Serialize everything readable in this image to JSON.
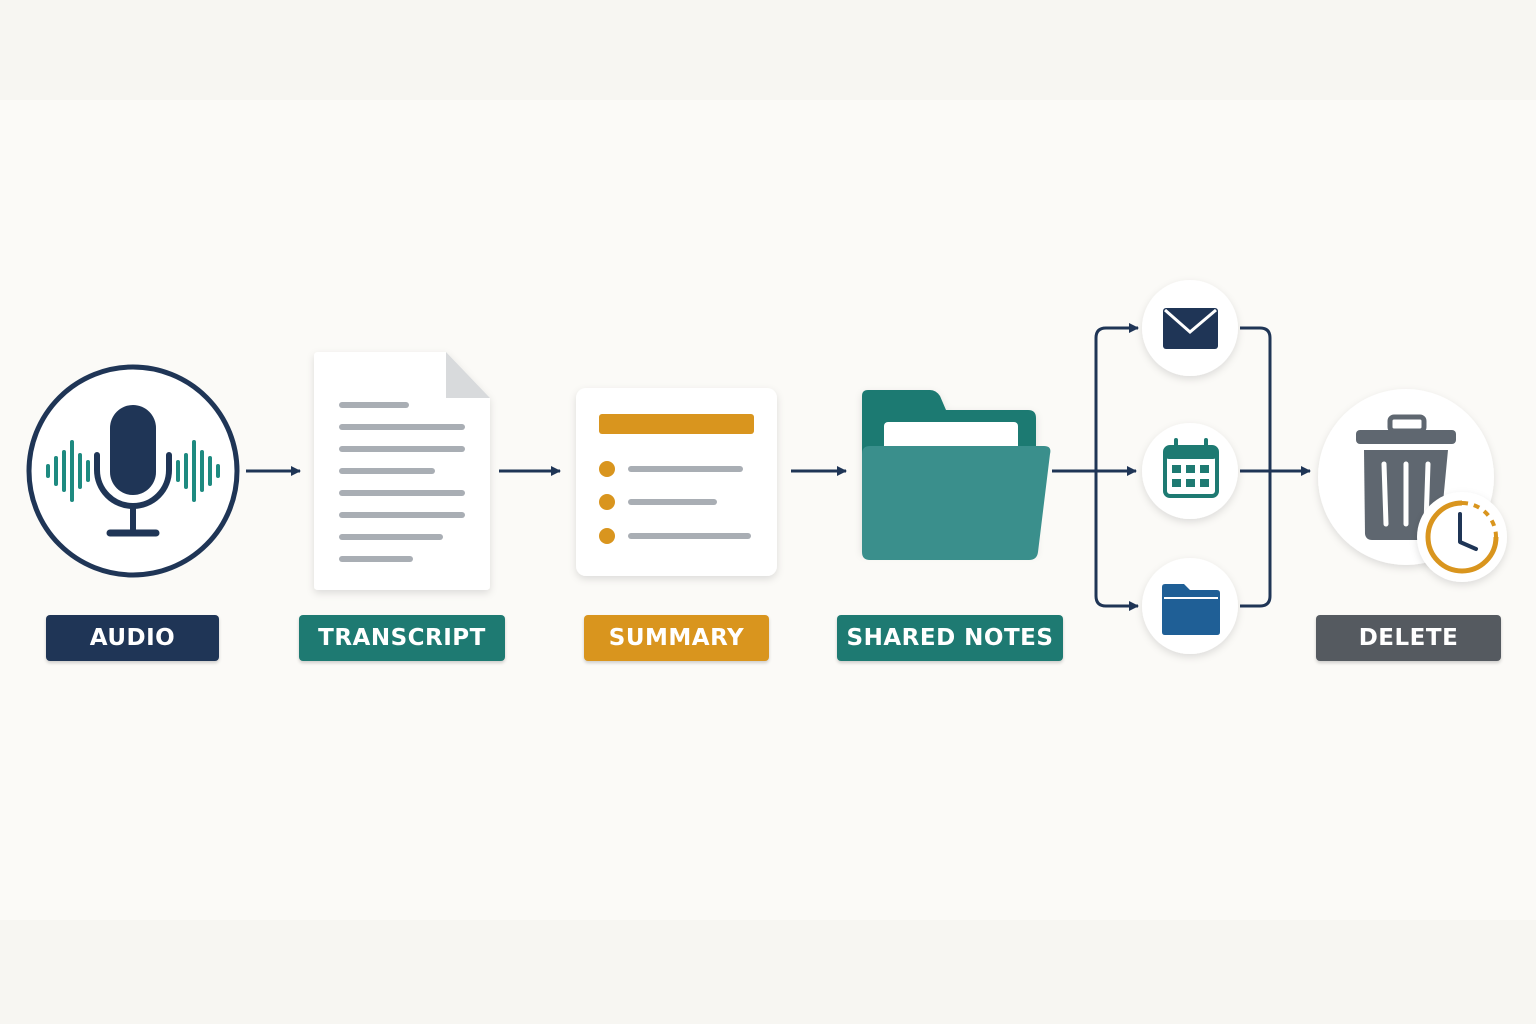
{
  "stages": [
    {
      "id": "audio",
      "label": "AUDIO",
      "color": "#1f3556",
      "icon": "microphone-with-soundwave-icon"
    },
    {
      "id": "transcript",
      "label": "TRANSCRIPT",
      "color": "#1e7a72",
      "icon": "document-icon"
    },
    {
      "id": "summary",
      "label": "SUMMARY",
      "color": "#d9951e",
      "icon": "summary-list-icon"
    },
    {
      "id": "shared_notes",
      "label": "SHARED NOTES",
      "color": "#1e7a72",
      "icon": "folder-icon"
    },
    {
      "id": "delete",
      "label": "DELETE",
      "color": "#555a60",
      "icon": "trash-with-clock-icon"
    }
  ],
  "branches": [
    {
      "id": "email",
      "icon": "envelope-icon"
    },
    {
      "id": "calendar",
      "icon": "calendar-icon"
    },
    {
      "id": "folder",
      "icon": "blue-folder-icon"
    }
  ],
  "colors": {
    "navy": "#1f3556",
    "teal": "#1e7a72",
    "amber": "#d9951e",
    "gray": "#555a60",
    "line_gray": "#a9aeb4",
    "blue": "#1f5f96"
  }
}
